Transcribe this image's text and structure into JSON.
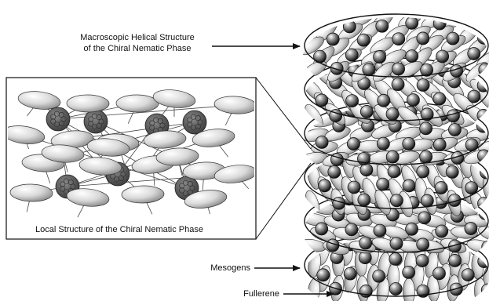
{
  "labels": {
    "macro_line1": "Macroscopic Helical Structure",
    "macro_line2": "of the Chiral Nematic Phase",
    "local": "Local Structure of the Chiral Nematic Phase",
    "mesogens": "Mesogens",
    "fullerene": "Fullerene"
  },
  "colors": {
    "outline": "#111111",
    "mesogen_light": "#f4f4f4",
    "mesogen_dark": "#9a9a9a",
    "fullerene_light": "#ffffff",
    "fullerene_dark": "#1a1a1a",
    "cluster": "#5c5c5c"
  },
  "layer_count": 6
}
